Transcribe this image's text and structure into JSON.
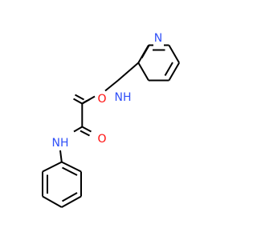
{
  "molecule": {
    "colors": {
      "carbon": "#000000",
      "nitrogen": "#3050f8",
      "oxygen": "#ff0d0d",
      "background": "#ffffff"
    },
    "atoms": {
      "o1": "O",
      "o2": "O",
      "n_amide_top": "NH",
      "n_amide_bottom": "NH",
      "n_pyridine": "N"
    }
  }
}
